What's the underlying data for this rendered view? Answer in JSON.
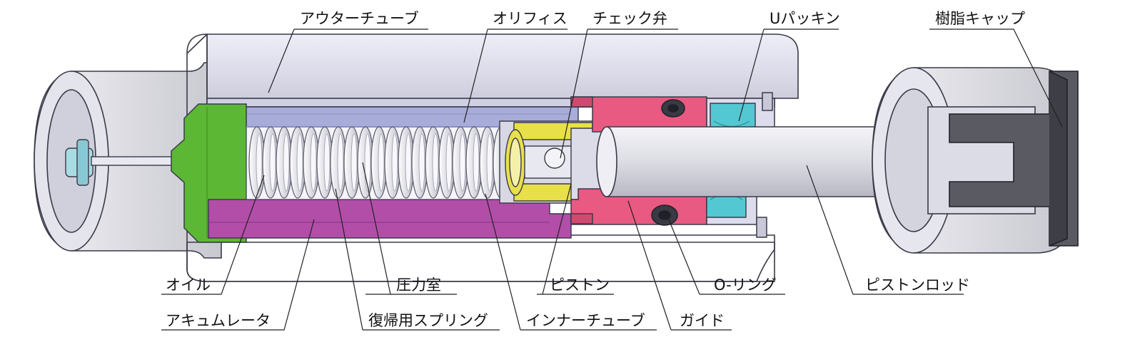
{
  "labels": {
    "outer_tube": "アウターチューブ",
    "orifice": "オリフィス",
    "check_valve": "チェック弁",
    "u_packing": "Uパッキン",
    "resin_cap": "樹脂キャップ",
    "oil": "オイル",
    "accumulator": "アキュムレータ",
    "pressure_chamber": "圧力室",
    "return_spring": "復帰用スプリング",
    "piston": "ピストン",
    "inner_tube": "インナーチューブ",
    "guide": "ガイド",
    "o_ring": "O-リング",
    "piston_rod": "ピストンロッド"
  },
  "colors": {
    "outer_body": "#dcdcec",
    "outer_edge": "#3a3a48",
    "inner_tube": "#a4a8d8",
    "green_cap": "#58b830",
    "accumulator": "#b050a8",
    "spring": "#c8c8d4",
    "piston_yellow": "#e8e048",
    "guide_pink": "#e85880",
    "u_packing": "#50c8d0",
    "rod": "#d8d8e0",
    "resin_cap": "#585860"
  }
}
